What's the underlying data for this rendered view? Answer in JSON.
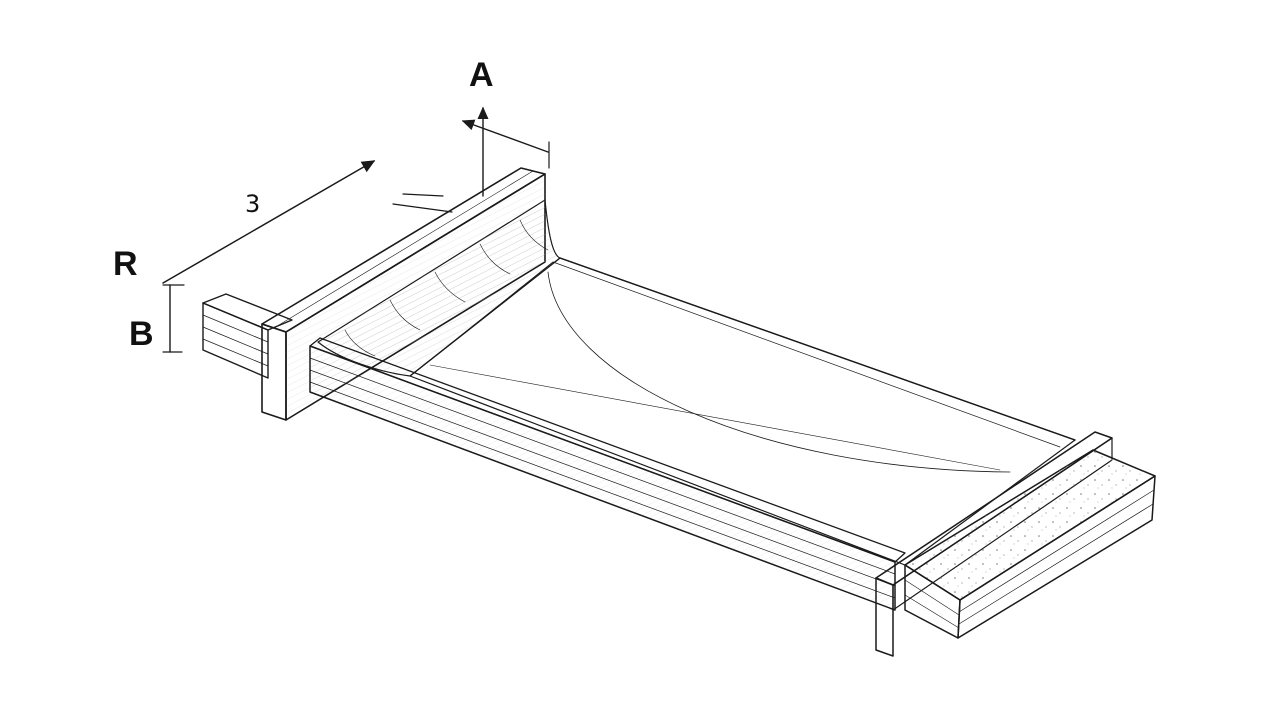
{
  "labels": {
    "a": "A",
    "r": "R",
    "b": "B",
    "dimension_top": "3"
  },
  "colors": {
    "ink": "#1a1a1a",
    "paper": "#ffffff",
    "wood_light": "#f4f4f4",
    "wood_mid": "#e2e2e2",
    "wood_dark": "#c8c8c8"
  }
}
